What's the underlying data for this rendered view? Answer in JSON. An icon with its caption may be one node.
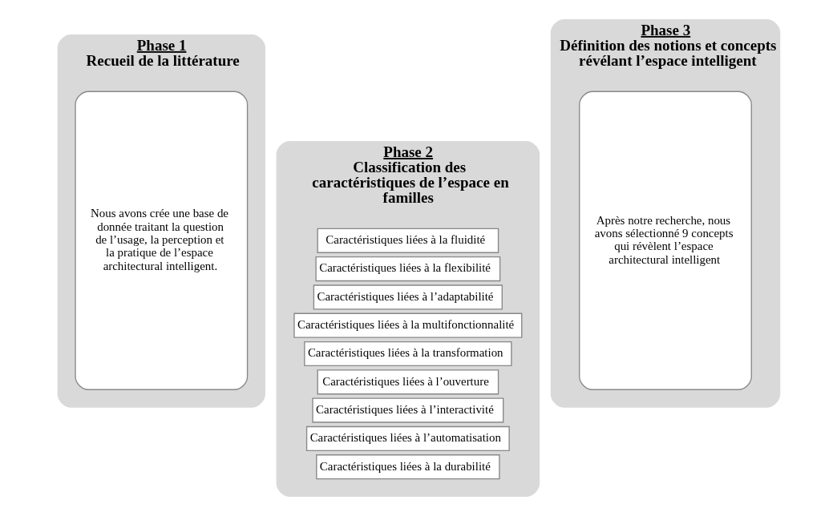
{
  "diagram": {
    "nodes": [
      {
        "text": [
          "Phase 1",
          "Recueil de la littérature"
        ]
      },
      {
        "text": [
          "Nous avons crée une base de donnée traitant la question de l’usage, la perception et la pratique de l’espace architectural intelligent."
        ],
        "in": 0
      },
      {
        "text": [
          "Phase 2",
          "Classification des caractéristiques de l’espace en familles"
        ]
      },
      {
        "text": [
          "Caractéristiques liées à la fluidité"
        ],
        "in": 2
      },
      {
        "text": [
          "Caractéristiques liées à la flexibilité"
        ],
        "in": 2
      },
      {
        "text": [
          "Caractéristiques liées à l’adaptabilité"
        ],
        "in": 2
      },
      {
        "text": [
          "Caractéristiques liées à la multifonctionnalité"
        ],
        "in": 2
      },
      {
        "text": [
          "Caractéristiques liées à la transformation"
        ],
        "in": 2
      },
      {
        "text": [
          "Caractéristiques liées à l’ouverture"
        ],
        "in": 2
      },
      {
        "text": [
          "Caractéristiques liées à l’interactivité"
        ],
        "in": 2
      },
      {
        "text": [
          "Caractéristiques liées à l’automatisation"
        ],
        "in": 2
      },
      {
        "text": [
          "Caractéristiques liées à la durabilité"
        ],
        "in": 2
      },
      {
        "text": [
          "Phase 3",
          "Définition des notions et concepts révélant l’espace intelligent"
        ]
      },
      {
        "text": [
          "Après notre recherche, nous avons sélectionné 9 concepts qui révèlent l’espace architectural intelligent"
        ],
        "in": 12
      }
    ],
    "edges": []
  }
}
